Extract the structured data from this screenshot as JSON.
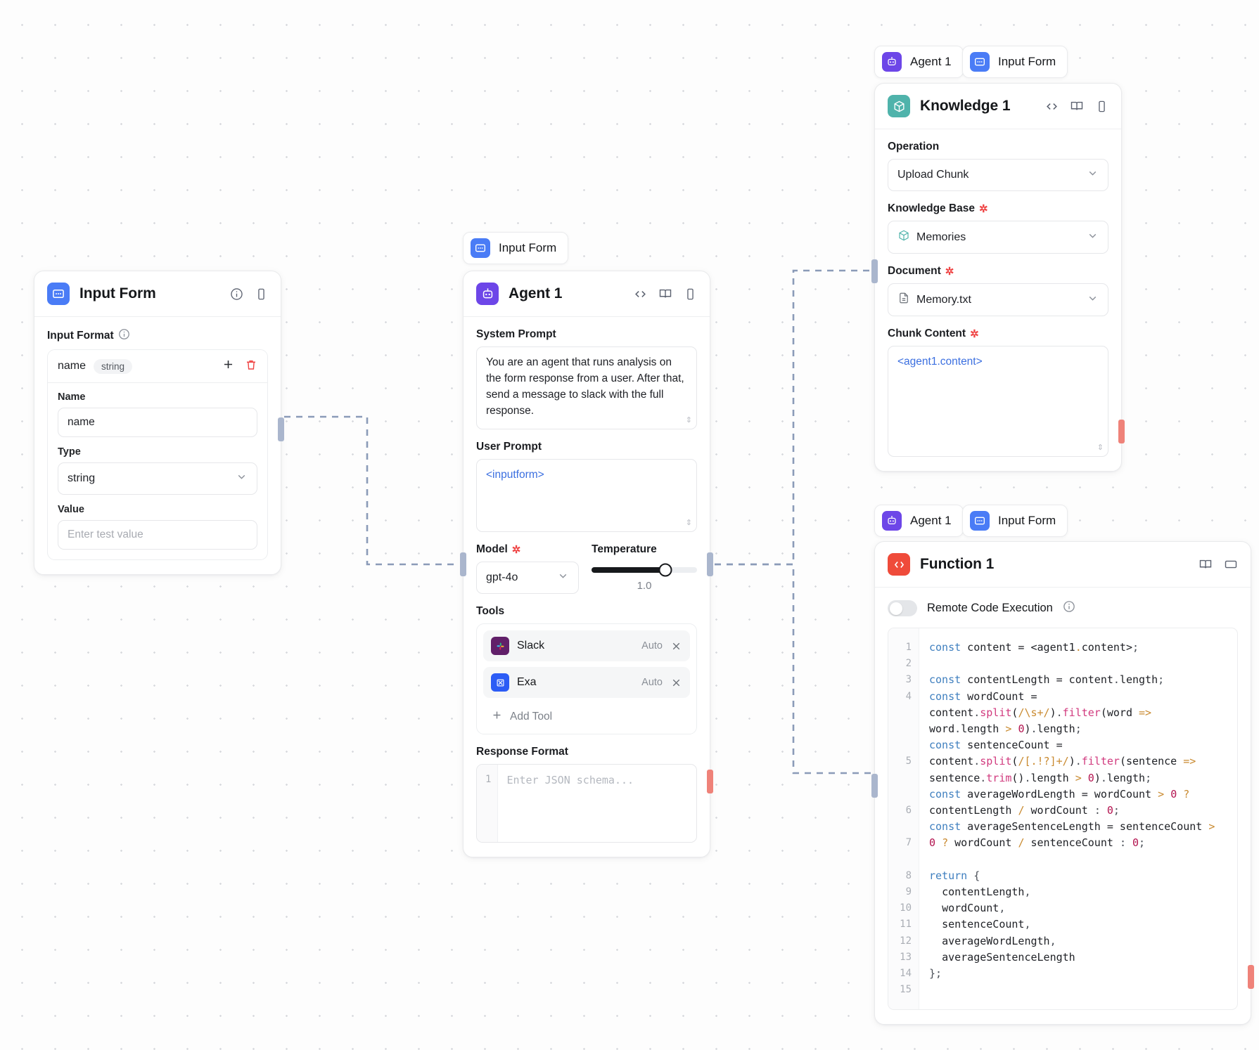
{
  "canvas": {
    "background": "#fdfdfd",
    "dot_color": "#d8dade"
  },
  "colors": {
    "input_form_icon": "#4a7cf6",
    "agent_icon": "#6d46e8",
    "knowledge_icon": "#4fb3ab",
    "function_icon": "#ef4b3a",
    "required_asterisk": "#ef4444",
    "edge": "#8b9bb8",
    "handle_source": "#ef8279",
    "handle_target": "#aab6cd",
    "variable_token": "#3b6fe0"
  },
  "nodes": {
    "input_form": {
      "title": "Input Form",
      "icon": "input-form-icon",
      "header_icons": [
        "info-icon",
        "panel-icon"
      ],
      "input_format_label": "Input Format",
      "field_row": {
        "name": "name",
        "type_chip": "string",
        "add_label": "+",
        "delete_label": "delete"
      },
      "name_label": "Name",
      "name_value": "name",
      "type_label": "Type",
      "type_value": "string",
      "value_label": "Value",
      "value_placeholder": "Enter test value"
    },
    "agent": {
      "pill_label": "Input Form",
      "title": "Agent 1",
      "icon": "agent-icon",
      "header_icons": [
        "code-icon",
        "book-icon",
        "panel-icon"
      ],
      "system_prompt_label": "System Prompt",
      "system_prompt_value": "You are an agent that runs analysis on the form response from a user. After that, send a message to slack with the full response.",
      "user_prompt_label": "User Prompt",
      "user_prompt_value": "<inputform>",
      "model_label": "Model",
      "model_value": "gpt-4o",
      "temperature_label": "Temperature",
      "temperature_value": "1.0",
      "temperature_percent": 70,
      "tools_label": "Tools",
      "tools": [
        {
          "name": "Slack",
          "mode": "Auto",
          "icon": "slack-icon"
        },
        {
          "name": "Exa",
          "mode": "Auto",
          "icon": "exa-icon"
        }
      ],
      "add_tool_label": "Add Tool",
      "response_format_label": "Response Format",
      "response_format_placeholder": "Enter JSON schema...",
      "response_format_line_number": "1"
    },
    "knowledge": {
      "pills": [
        {
          "label": "Agent 1",
          "icon": "agent-icon"
        },
        {
          "label": "Input Form",
          "icon": "input-form-icon"
        }
      ],
      "title": "Knowledge 1",
      "icon": "knowledge-icon",
      "header_icons": [
        "code-icon",
        "book-icon",
        "panel-icon"
      ],
      "operation_label": "Operation",
      "operation_value": "Upload Chunk",
      "knowledge_base_label": "Knowledge Base",
      "knowledge_base_value": "Memories",
      "document_label": "Document",
      "document_value": "Memory.txt",
      "chunk_content_label": "Chunk Content",
      "chunk_content_value": "<agent1.content>"
    },
    "function": {
      "pills": [
        {
          "label": "Agent 1",
          "icon": "agent-icon"
        },
        {
          "label": "Input Form",
          "icon": "input-form-icon"
        }
      ],
      "title": "Function 1",
      "icon": "function-icon",
      "header_icons": [
        "book-icon",
        "window-icon"
      ],
      "remote_code_label": "Remote Code Execution",
      "remote_code_enabled": false,
      "line_numbers": [
        "1",
        "2",
        "3",
        "4",
        "5",
        "6",
        "7",
        "8",
        "9",
        "10",
        "11",
        "12",
        "13",
        "14",
        "15"
      ],
      "code_lines": [
        "const content = <agent1.content>;",
        "",
        "const contentLength = content.length;",
        "const wordCount = content.split(/\\s+/).filter(word => word.length > 0).length;",
        "const sentenceCount = content.split(/[.!?]+/).filter(sentence => sentence.trim().length > 0).length;",
        "const averageWordLength = wordCount > 0 ? contentLength / wordCount : 0;",
        "const averageSentenceLength = sentenceCount > 0 ? wordCount / sentenceCount : 0;",
        "",
        "return {",
        "  contentLength,",
        "  wordCount,",
        "  sentenceCount,",
        "  averageWordLength,",
        "  averageSentenceLength",
        "};"
      ]
    }
  }
}
